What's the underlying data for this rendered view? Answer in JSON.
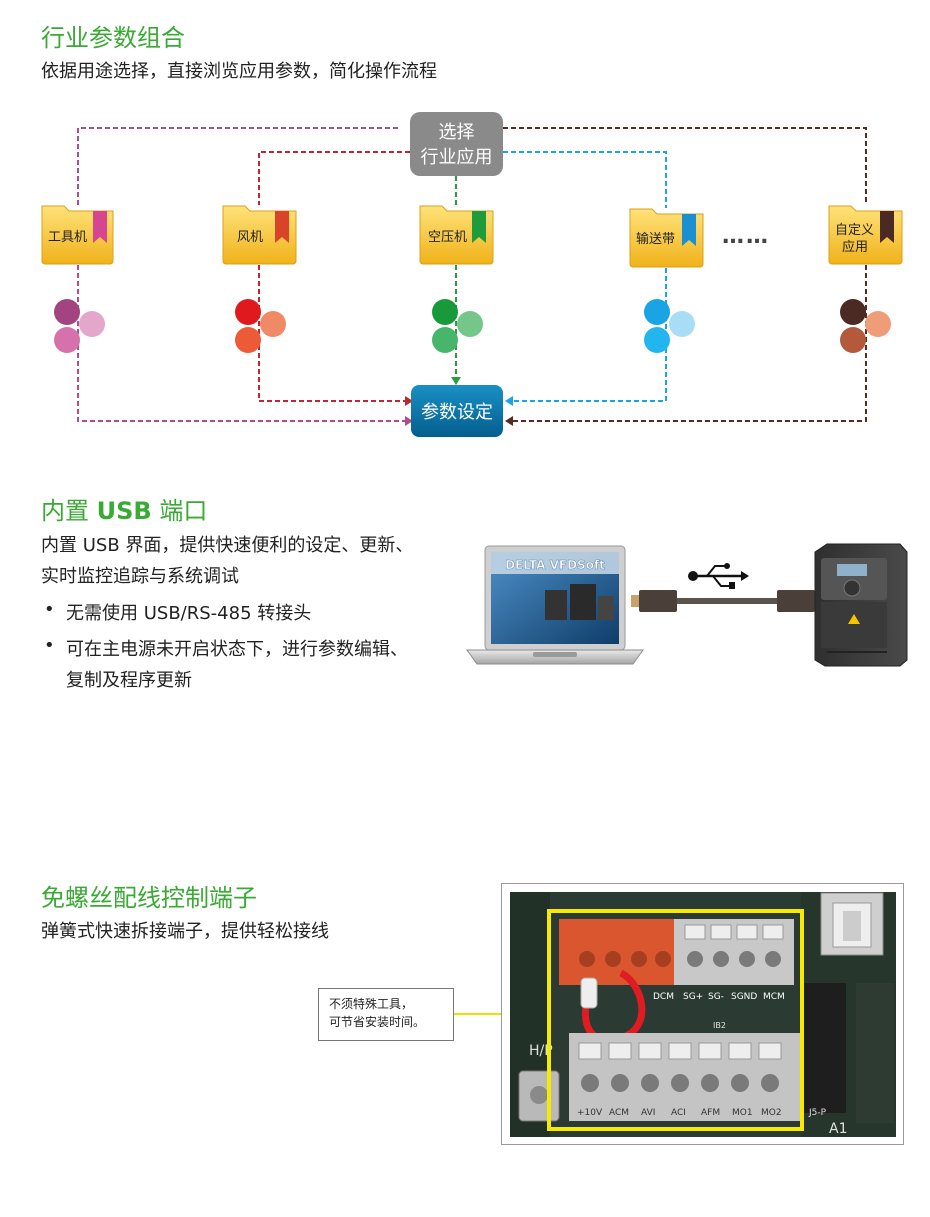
{
  "section1": {
    "title": "行业参数组合",
    "subtitle": "依据用途选择，直接浏览应用参数，简化操作流程",
    "select_box": [
      "选择",
      "行业应用"
    ],
    "param_box": "参数设定",
    "ellipsis": "……",
    "folders": [
      {
        "label": "工具机",
        "tab": "#d6458f"
      },
      {
        "label": "风机",
        "tab": "#d8432a"
      },
      {
        "label": "空压机",
        "tab": "#1e9c3c"
      },
      {
        "label": "输送带",
        "tab": "#1a8fd2"
      },
      {
        "label": "自定义",
        "label2": "应用",
        "tab": "#4a2a22"
      }
    ],
    "colors": {
      "gray_box": "#8a8a8a",
      "param_box": "#0a73a8",
      "magenta": "#b24c8e",
      "red": "#c0262d",
      "green": "#2c9c3e",
      "blue": "#1aa4e4",
      "brown": "#5a2a22"
    }
  },
  "section2": {
    "title_pre": "内置 ",
    "title_bold": "USB",
    "title_post": " 端口",
    "para_line1": "内置 USB 界面，提供快速便利的设定、更新、",
    "para_line2": "实时监控追踪与系统调试",
    "bullet1": "无需使用 USB/RS-485 转接头",
    "bullet2_line1": "可在主电源未开启状态下，进行参数编辑、",
    "bullet2_line2": "复制及程序更新",
    "screen_text": "DELTA VFDSoft"
  },
  "section3": {
    "title": "免螺丝配线控制端子",
    "subtitle": "弹簧式快速拆接端子，提供轻松接线",
    "callout_line1": "不须特殊工具，",
    "callout_line2": "可节省安装时间。",
    "top_labels": [
      "DCM",
      "SG+",
      "SG-",
      "SGND",
      "MCM"
    ],
    "bottom_labels": [
      "+10V",
      "ACM",
      "AVI",
      "ACI",
      "AFM",
      "MO1",
      "MO2"
    ],
    "board_marks": [
      "H/P",
      "IB2",
      "J5-P",
      "A1"
    ]
  }
}
